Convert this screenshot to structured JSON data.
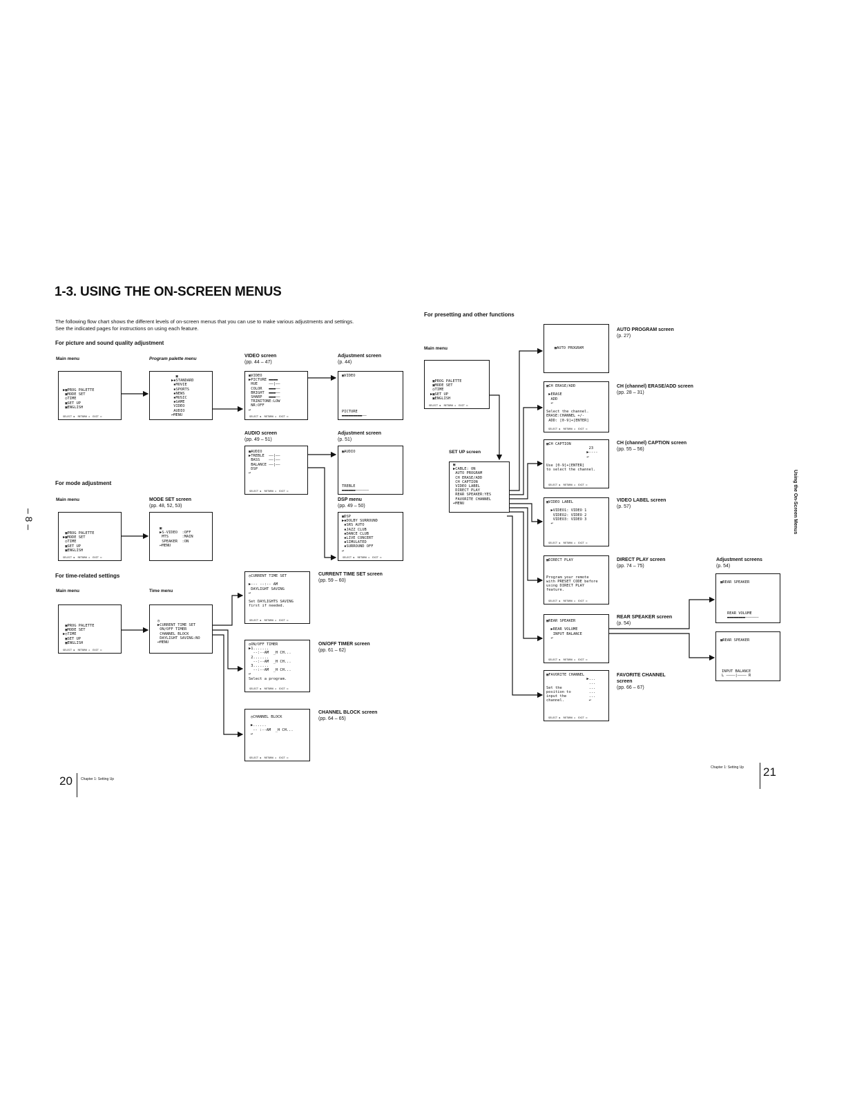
{
  "page": {
    "title": "1-3. USING THE ON-SCREEN MENUS",
    "intro": "The following flow chart shows the different levels of on-screen menus that you can use to make various adjustments and settings. See the indicated pages for instructions on using each feature.",
    "left_page_number": "20",
    "right_page_number": "21",
    "chapter_left": "Chapter 1: Setting Up",
    "chapter_right": "Chapter 1: Setting Up",
    "side_tab": "Using the On-Screen Menus",
    "margin_mark": "– 8 –"
  },
  "sections": {
    "picture": "For picture and sound quality adjustment",
    "mode": "For mode adjustment",
    "time": "For time-related settings",
    "presetting": "For presetting and other functions"
  },
  "labels": {
    "main_menu_1": "Main menu",
    "program_palette": "Program palette menu",
    "video": "VIDEO screen",
    "video_pages": "(pp. 44 – 47)",
    "adj1": "Adjustment screen",
    "adj1_pages": "(p. 44)",
    "audio": "AUDIO screen",
    "audio_pages": "(pp. 49 – 51)",
    "adj2": "Adjustment screen",
    "adj2_pages": "(p. 51)",
    "dsp": "DSP menu",
    "dsp_pages": "(pp. 49 – 50)",
    "main_menu_2": "Main menu",
    "mode_set": "MODE SET screen",
    "mode_set_pages": "(pp. 48, 52, 53)",
    "main_menu_3": "Main menu",
    "time_menu": "Time menu",
    "cts": "CURRENT TIME SET screen",
    "cts_pages": "(pp. 59 – 60)",
    "onoff": "ON/OFF TIMER screen",
    "onoff_pages": "(pp. 61 – 62)",
    "cb": "CHANNEL BLOCK screen",
    "cb_pages": "(pp. 64 – 65)",
    "main_menu_4": "Main menu",
    "setup": "SET UP screen",
    "ap": "AUTO PROGRAM screen",
    "ap_pages": "(p. 27)",
    "ce": "CH (channel) ERASE/ADD screen",
    "ce_pages": "(pp. 28 – 31)",
    "cc": "CH (channel) CAPTION screen",
    "cc_pages": "(pp. 55 – 56)",
    "vl": "VIDEO LABEL screen",
    "vl_pages": "(p. 57)",
    "dp": "DIRECT PLAY screen",
    "dp_pages": "(pp. 74 – 75)",
    "rs": "REAR SPEAKER screen",
    "rs_pages": "(p. 54)",
    "fc": "FAVORITE CHANNEL",
    "fc2": "screen",
    "fc_pages": "(pp. 66 – 67)",
    "adj3": "Adjustment screens",
    "adj3_pages": "(p. 54)"
  },
  "screens": {
    "main1": "▶▣PROG PALETTE\n ▣MODE SET\n ◷TIME\n ▣SET UP\n ▣ENGLISH",
    "palette": "      ▣\n    ▶▪STANDARD\n     ▪MOVIE\n     ▪SPORTS\n     ▪NEWS\n     ▪MUSIC\n     ▪GAME\n     VIDEO\n     AUDIO\n    ↩MENU",
    "video": "▣VIDEO\n▶PICTURE ▬▬▬▬\n HUE     ——|——\n COLOR   ▬▬▬——\n BRIGHT  ▬▬▬——\n SHARP   ▬▬▬——\n TRINITONE:LOW\n NR:OFF\n↩",
    "adj_video_title": "▣VIDEO",
    "adj_video_bottom": "PICTURE\n▬▬▬▬▬▬▬▬▬——",
    "audio": "▣AUDIO\n▶TREBLE  ——|——\n BASS    ——|——\n BALANCE ——|——\n DSP\n↩",
    "adj_audio_title": "▣AUDIO",
    "adj_audio_bottom": "TREBLE\n▬▬▬▬▬▬——————",
    "dsp": "▣DSP\n▶▪DOLBY SURROUND\n ▪SRS AUTO\n ▪JAZZ CLUB\n ▪DANCE CLUB\n ▪LIVE CONCERT\n ▪SIMULATED\n ▪SURROUND OFF\n↩",
    "main2": " ▣PROG PALETTE\n▶▣MODE SET\n ◷TIME\n ▣SET UP\n ▣ENGLISH",
    "modeset": "▣\n▶S-VIDEO  :OFF\n MTS      :MAIN\n SPEAKER  :ON\n↩MENU",
    "main3": " ▣PROG PALETTE\n ▣MODE SET\n▶◷TIME\n ▣SET UP\n ▣ENGLISH",
    "timemenu": "◷\n▶CURRENT TIME SET\n ON/OFF TIMER\n CHANNEL BLOCK\n DAYLIGHT SAVING:NO\n↩MENU",
    "cts": "◷CURRENT TIME SET\n\n▶--- --:-- AM\n DAYLIGHT SAVING\n↩\n\nSet DAYLIGHTS SAVING\nfirst if needed.",
    "onoff": "◷ON/OFF TIMER\n▶1.......\n  --:--AM  _H CH...\n 2.......\n  --:--AM  _H CH...\n 3.......\n  --:--AM  _H CH...\n↩\nSelect a program.",
    "cblock": "◷CHANNEL BLOCK\n\n▶......\n -- :--AM  _H CH...\n↩",
    "main4": " ▣PROG PALETTE\n ▣MODE SET\n ◷TIME\n▶▣SET UP\n ▣ENGLISH",
    "setup": "▣\n▶CABLE: ON\n AUTO PROGRAM\n CH ERASE/ADD\n CH CAPTION\n VIDEO LABEL\n DIRECT PLAY\n REAR SPEAKER:YES\n FAVORITE CHANNEL\n↩MENU",
    "autoprog": "\n\n\n   ▣AUTO PROGRAM",
    "erase": "▣CH ERASE/ADD\n\n ▶ERASE\n  ADD\n  ↩\n\nSelect the channel.\nERASE:CHANNEL +/-\n ADD: [0-9]+[ENTER]",
    "caption": "▣CH CAPTION\n                   23\n                  ▶----\n                  ↩\n\nUse [0-9]+[ENTER]\nto select the channel.",
    "vlabel": "▣VIDEO LABEL\n\n  ▶VIDEO1: VIDEO 1\n   VIDEO2: VIDEO 2\n   VIDEO3: VIDEO 3\n  ↩",
    "dplay": "▣DIRECT PLAY\n\n\n\nProgram your remote\nwith PRESET CODE before\nusing DIRECT PLAY\nfeature.",
    "rear": "▣REAR SPEAKER\n\n  ▶REAR VOLUME\n   INPUT BALANCE\n  ↩",
    "fav": "▣FAVORITE CHANNEL\n                  ▶...\n                   ...\nSet the            ...\nposition to        ...\ninput the          ...\nchannel.           ↩",
    "adj_rear1_title": "▣REAR SPEAKER",
    "adj_rear1_bottom": "REAR VOLUME\n▬▬▬▬▬▬▬▬——————",
    "adj_rear2_title": "▣REAR SPEAKER",
    "adj_rear2_bottom": "INPUT BALANCE\nL ————|———— R",
    "select_bar": "SELECT ◈  RETURN ◁  EXIT ▭"
  }
}
